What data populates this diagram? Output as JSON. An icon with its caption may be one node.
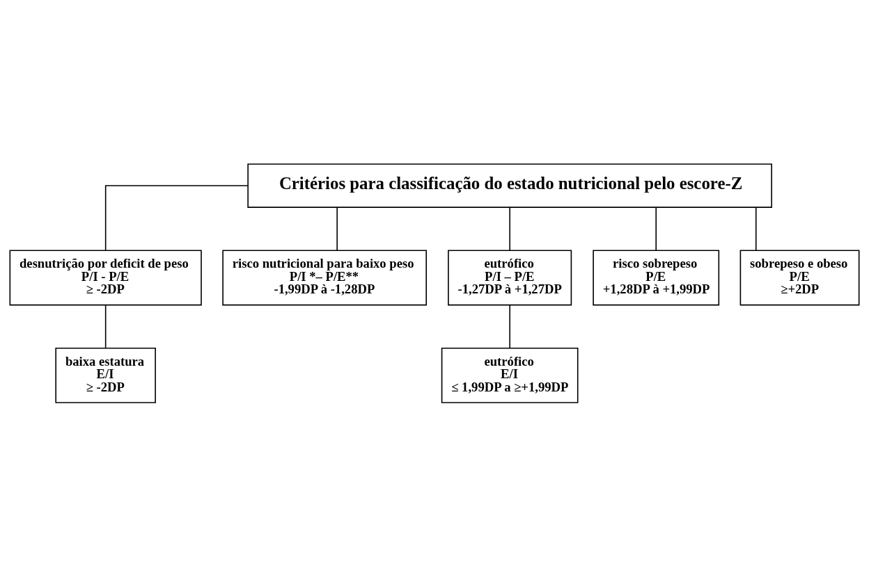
{
  "diagram": {
    "nodes": [
      {
        "text": [
          "Critérios para classificação do estado nutricional pelo escore-Z"
        ]
      },
      {
        "text": [
          "desnutrição por deficit de peso",
          "P/I - P/E",
          "≥ -2DP"
        ]
      },
      {
        "text": [
          "risco nutricional para baixo peso",
          "P/I *– P/E**",
          "-1,99DP à -1,28DP"
        ]
      },
      {
        "text": [
          "eutrófico",
          "P/I – P/E",
          "-1,27DP à +1,27DP"
        ]
      },
      {
        "text": [
          "risco sobrepeso",
          "P/E",
          "+1,28DP à +1,99DP"
        ]
      },
      {
        "text": [
          "sobrepeso e obeso",
          "P/E",
          "≥+2DP"
        ]
      },
      {
        "text": [
          "baixa estatura",
          "E/I",
          "≥ -2DP"
        ]
      },
      {
        "text": [
          "eutrófico",
          "E/I",
          "≤ 1,99DP a ≥+1,99DP"
        ]
      }
    ],
    "edges": [
      {
        "from": 0,
        "to": 1,
        "arrow": "none"
      },
      {
        "from": 0,
        "to": 2,
        "arrow": "none"
      },
      {
        "from": 0,
        "to": 3,
        "arrow": "none"
      },
      {
        "from": 0,
        "to": 4,
        "arrow": "none"
      },
      {
        "from": 0,
        "to": 5,
        "arrow": "none"
      },
      {
        "from": 1,
        "to": 6,
        "arrow": "none"
      },
      {
        "from": 3,
        "to": 7,
        "arrow": "none"
      }
    ]
  }
}
